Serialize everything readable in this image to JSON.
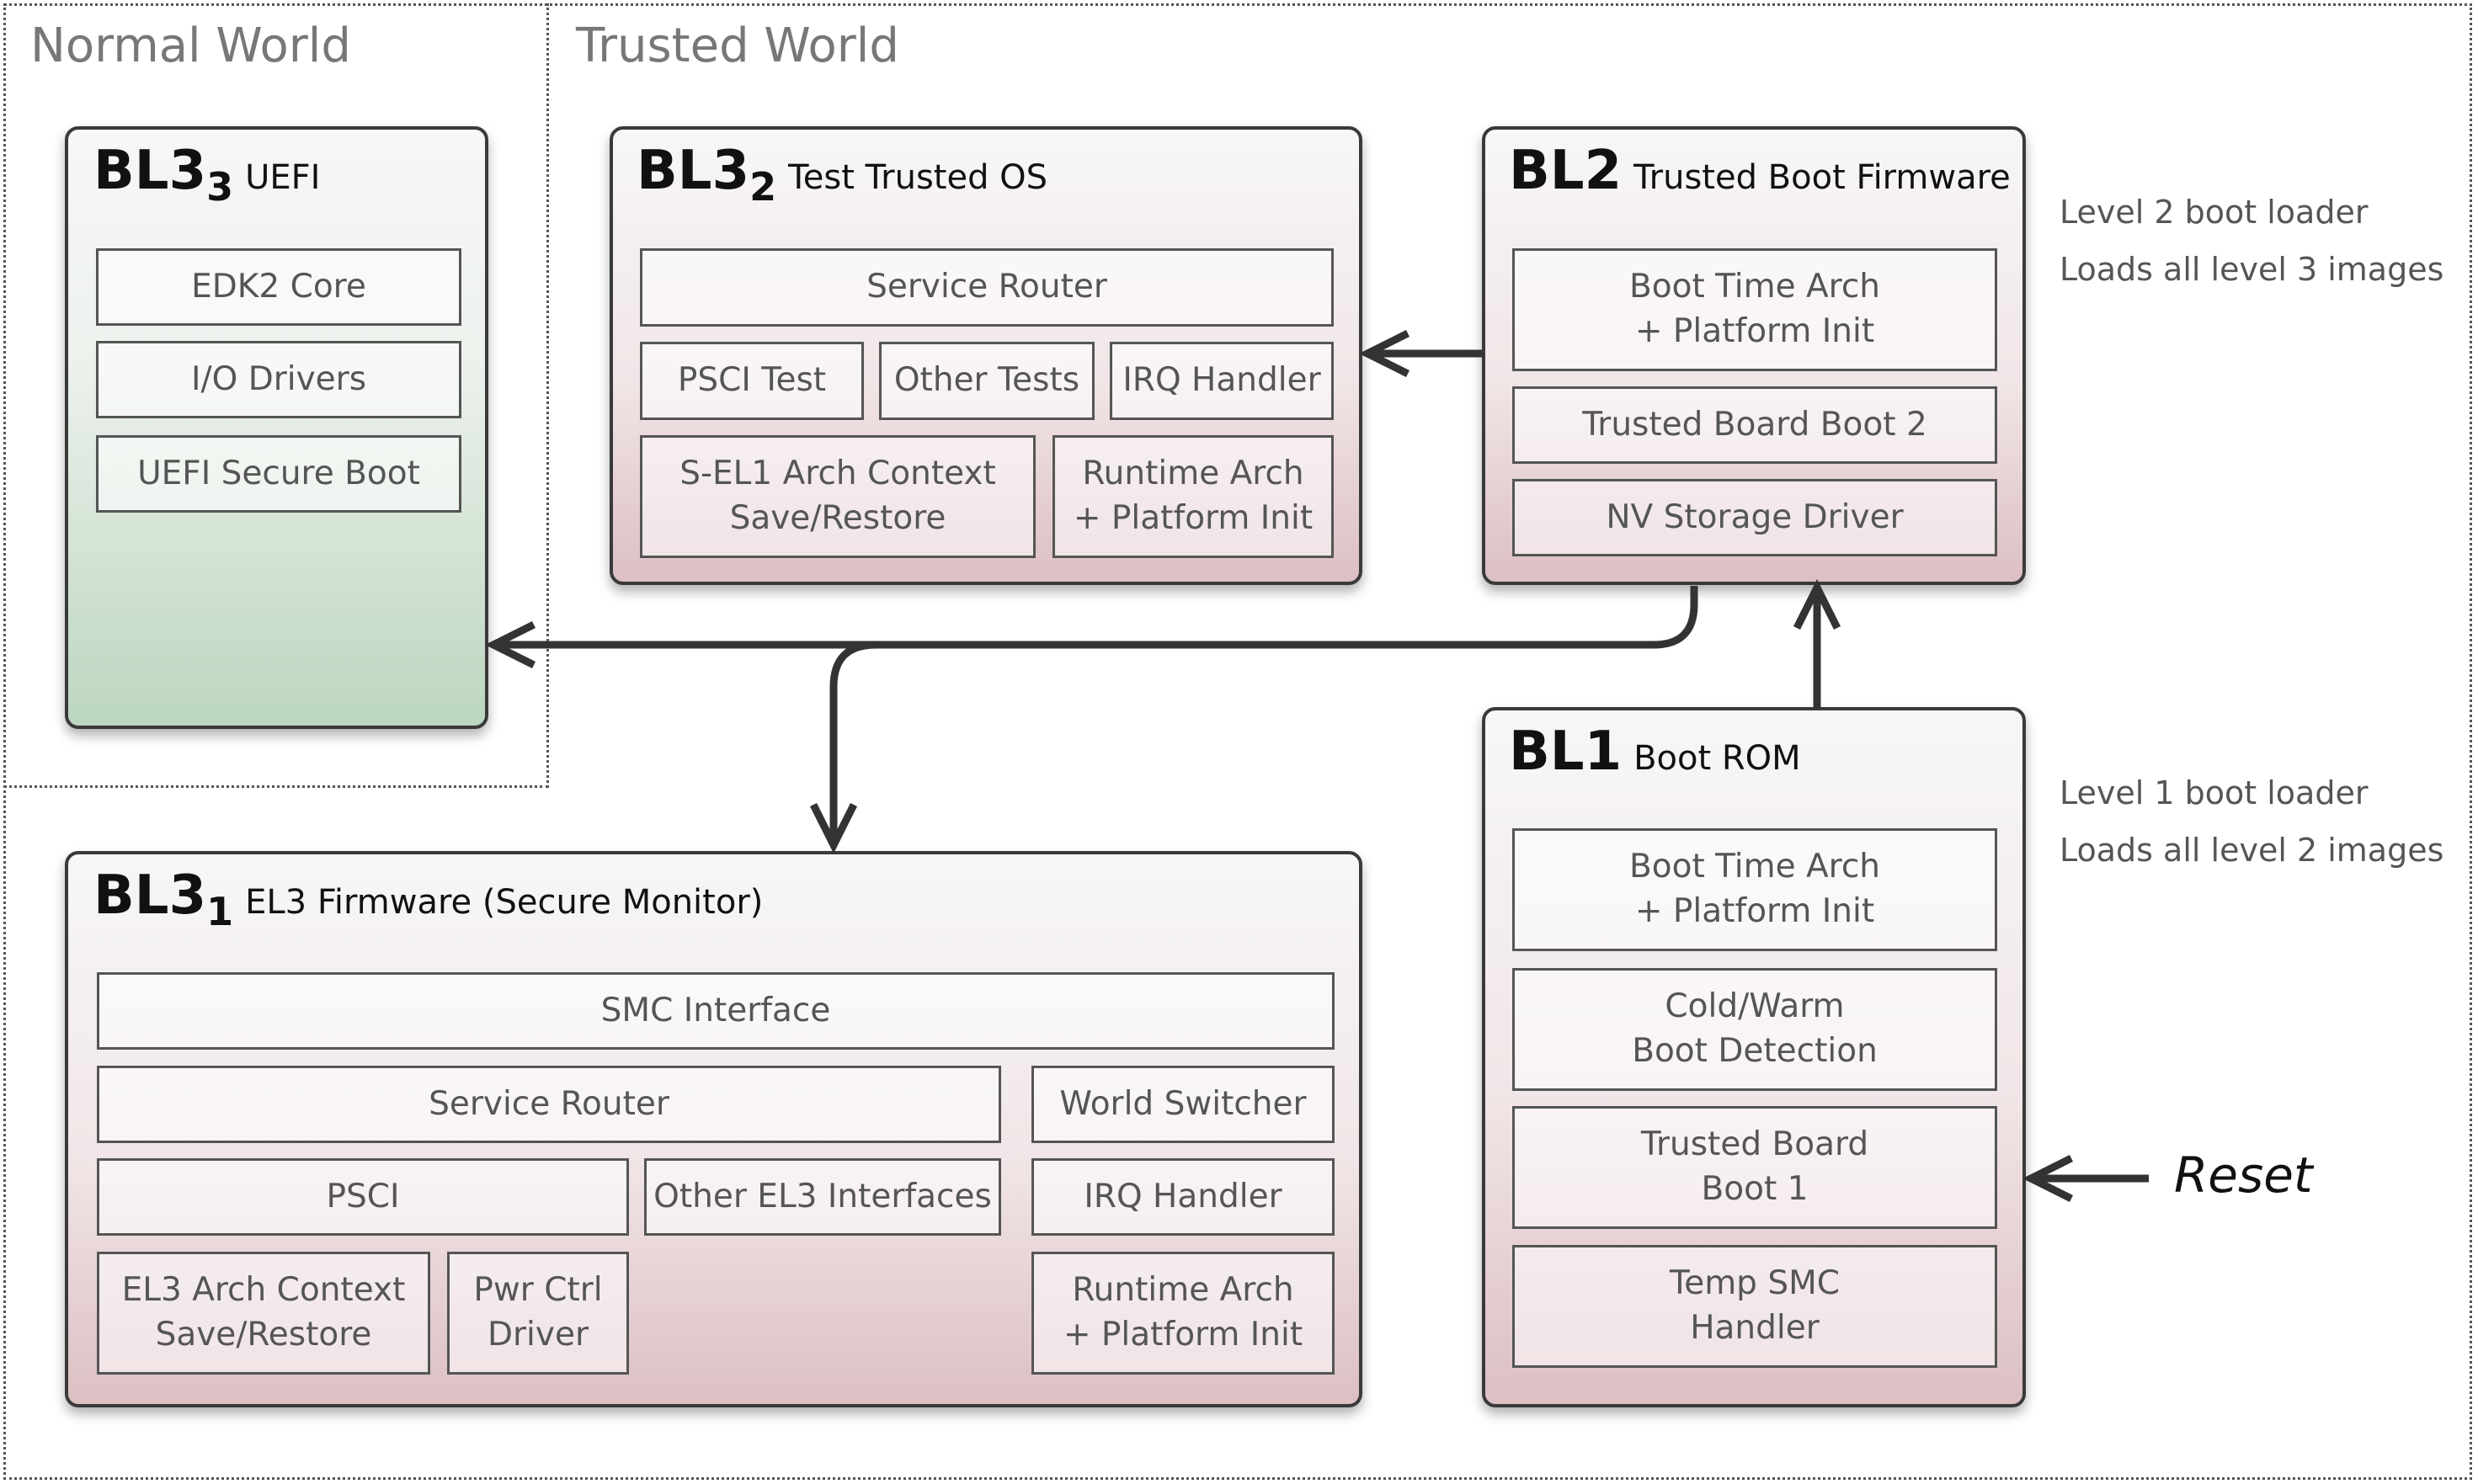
{
  "regions": {
    "normal_world": "Normal World",
    "trusted_world": "Trusted World"
  },
  "bl33": {
    "name": "BL3",
    "sub": "3",
    "desc": "UEFI",
    "boxes": [
      "EDK2 Core",
      "I/O Drivers",
      "UEFI Secure Boot"
    ]
  },
  "bl32": {
    "name": "BL3",
    "sub": "2",
    "desc": "Test Trusted OS",
    "boxes": [
      "Service Router",
      "PSCI Test",
      "Other Tests",
      "IRQ Handler",
      "S-EL1 Arch Context\nSave/Restore",
      "Runtime Arch\n+ Platform Init"
    ]
  },
  "bl2": {
    "name": "BL2",
    "desc": "Trusted Boot Firmware",
    "boxes": [
      "Boot Time Arch\n+ Platform Init",
      "Trusted Board Boot 2",
      "NV Storage Driver"
    ],
    "notes": [
      "Level 2 boot loader",
      "Loads all level 3 images"
    ]
  },
  "bl1": {
    "name": "BL1",
    "desc": "Boot ROM",
    "boxes": [
      "Boot Time Arch\n+ Platform Init",
      "Cold/Warm\nBoot Detection",
      "Trusted Board\nBoot 1",
      "Temp SMC\nHandler"
    ],
    "notes": [
      "Level 1 boot loader",
      "Loads all level 2 images"
    ]
  },
  "bl31": {
    "name": "BL3",
    "sub": "1",
    "desc": "EL3 Firmware (Secure Monitor)",
    "boxes": [
      "SMC Interface",
      "Service Router",
      "World Switcher",
      "PSCI",
      "Other EL3 Interfaces",
      "IRQ Handler",
      "EL3 Arch Context\nSave/Restore",
      "Pwr Ctrl\nDriver",
      "Runtime Arch\n+ Platform Init"
    ]
  },
  "reset_label": "Reset",
  "colors": {
    "border": "#3a3a3a",
    "panel_pink_bottom": "#dcbfc3",
    "panel_green_bottom": "#bcd6c0",
    "arrow": "#333333"
  }
}
